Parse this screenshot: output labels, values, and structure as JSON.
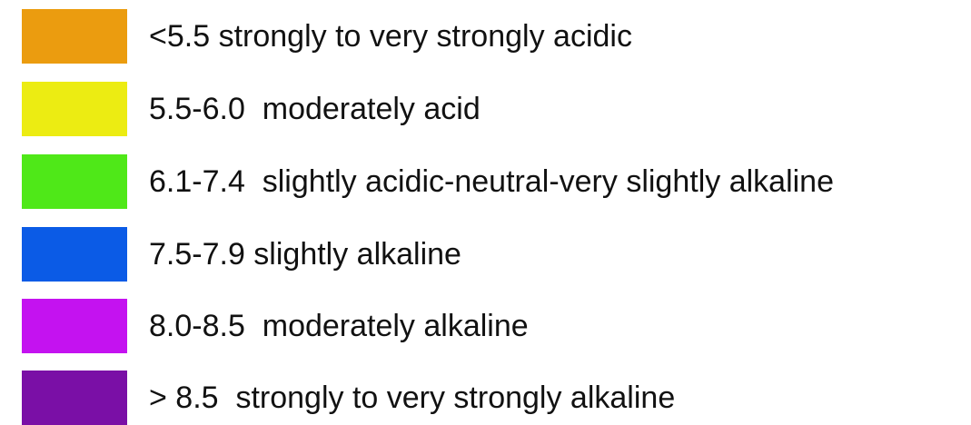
{
  "legend": {
    "items": [
      {
        "label": "<5.5 strongly to very strongly acidic",
        "color": "#EB9C0F"
      },
      {
        "label": "5.5-6.0  moderately acid",
        "color": "#ECEC12"
      },
      {
        "label": "6.1-7.4  slightly acidic-neutral-very slightly alkaline",
        "color": "#4FE818"
      },
      {
        "label": "7.5-7.9 slightly alkaline",
        "color": "#0B5BE6"
      },
      {
        "label": "8.0-8.5  moderately alkaline",
        "color": "#C412F0"
      },
      {
        "label": "> 8.5  strongly to very strongly alkaline",
        "color": "#7A0FA6"
      }
    ]
  }
}
